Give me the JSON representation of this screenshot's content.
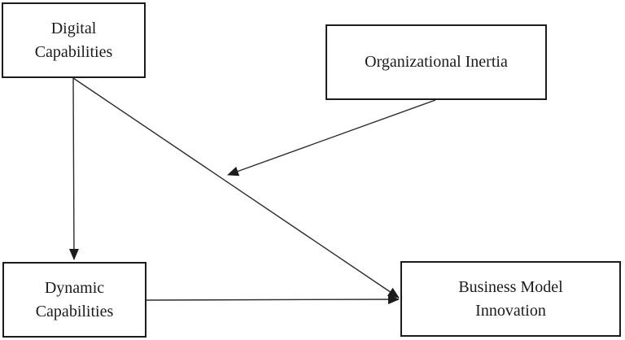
{
  "diagram": {
    "type": "conceptual-model",
    "nodes": {
      "digital_capabilities": {
        "label": "Digital Capabilities"
      },
      "organizational_inertia": {
        "label": "Organizational Inertia"
      },
      "dynamic_capabilities": {
        "label": "Dynamic Capabilities"
      },
      "business_model_innovation": {
        "label": "Business Model Innovation"
      }
    },
    "edges": [
      {
        "from": "Digital Capabilities",
        "to": "Dynamic Capabilities",
        "style": "arrow"
      },
      {
        "from": "Digital Capabilities",
        "to": "Business Model Innovation",
        "style": "arrow"
      },
      {
        "from": "Dynamic Capabilities",
        "to": "Business Model Innovation",
        "style": "arrow"
      },
      {
        "from": "Organizational Inertia",
        "to": "path: Digital Capabilities to Business Model Innovation",
        "style": "moderation-arrow"
      }
    ],
    "colors": {
      "background": "#ffffff",
      "box_border": "#1c1c1c",
      "line": "#2b2b2b",
      "text": "#1b1b1b"
    }
  }
}
